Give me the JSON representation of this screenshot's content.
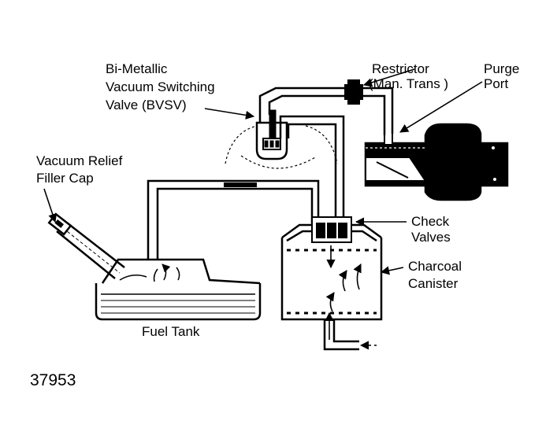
{
  "labels": {
    "bvsv": [
      "Bi-Metallic",
      "Vacuum Switching",
      "Valve (BVSV)"
    ],
    "restrictor": [
      "Restrictor",
      "(Man. Trans )"
    ],
    "purge_port": [
      "Purge",
      "Port"
    ],
    "filler_cap": [
      "Vacuum Relief",
      "Filler Cap"
    ],
    "check_valves": [
      "Check",
      "Valves"
    ],
    "canister": [
      "Charcoal",
      "Canister"
    ],
    "fuel_tank": "Fuel Tank"
  },
  "figure_number": "37953",
  "colors": {
    "ink": "#000000",
    "paper": "#ffffff"
  }
}
